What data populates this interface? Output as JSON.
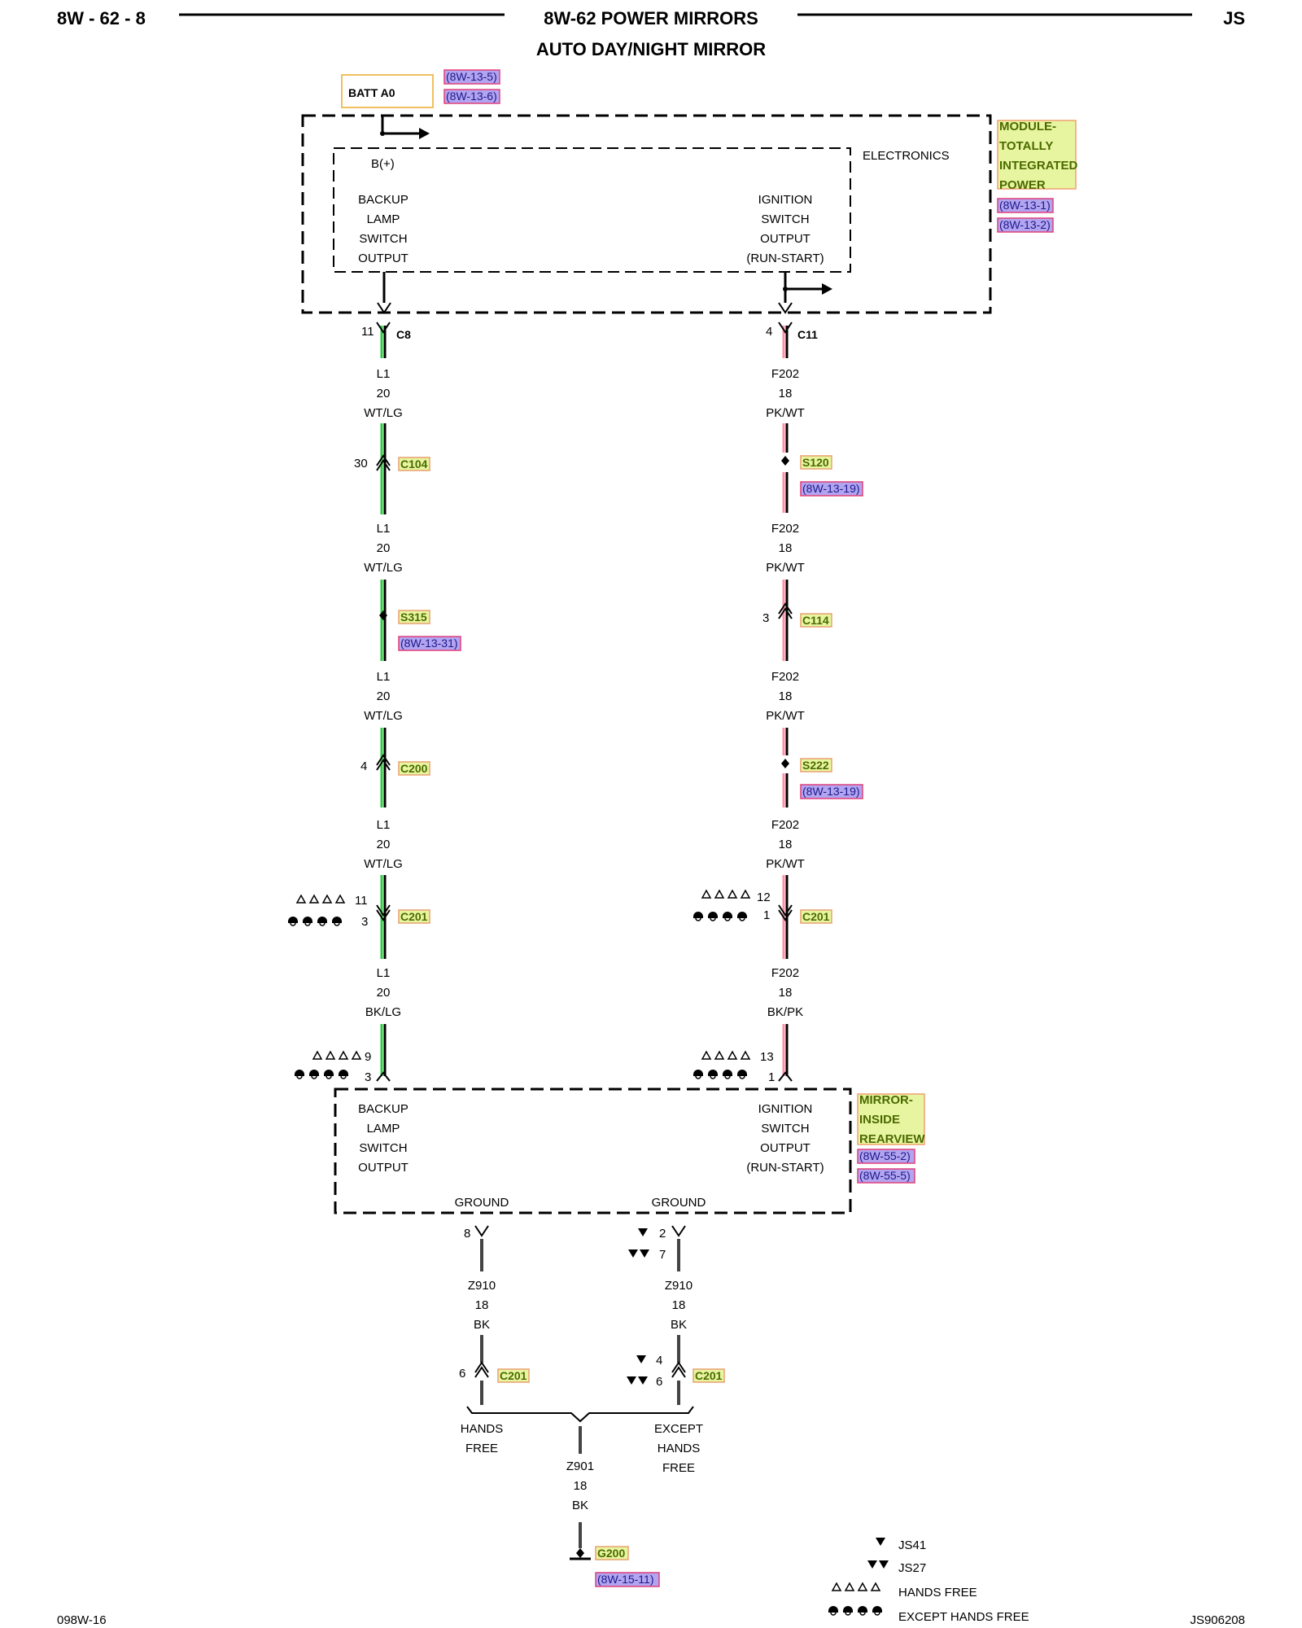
{
  "header": {
    "page_left": "8W - 62 - 8",
    "title": "8W-62 POWER MIRRORS",
    "page_right": "JS",
    "subtitle": "AUTO DAY/NIGHT MIRROR"
  },
  "footer": {
    "left": "098W-16",
    "right": "JS906208"
  },
  "batt": {
    "label": "BATT A0",
    "refs": [
      "(8W-13-5)",
      "(8W-13-6)"
    ]
  },
  "tipm": {
    "name_lines": [
      "MODULE-",
      "TOTALLY",
      "INTEGRATED",
      "POWER"
    ],
    "refs": [
      "(8W-13-1)",
      "(8W-13-2)"
    ],
    "electronics": "ELECTRONICS",
    "bplus": "B(+)",
    "left_output": [
      "BACKUP",
      "LAMP",
      "SWITCH",
      "OUTPUT"
    ],
    "right_output": [
      "IGNITION",
      "SWITCH",
      "OUTPUT",
      "(RUN-START)"
    ]
  },
  "left_circuit": {
    "top_pin": "11",
    "top_conn": "C8",
    "seg1": [
      "L1",
      "20",
      "WT/LG"
    ],
    "c104_pin": "30",
    "c104": "C104",
    "seg2": [
      "L1",
      "20",
      "WT/LG"
    ],
    "s315": "S315",
    "s315_ref": "(8W-13-31)",
    "seg3": [
      "L1",
      "20",
      "WT/LG"
    ],
    "c200_pin": "4",
    "c200": "C200",
    "seg4": [
      "L1",
      "20",
      "WT/LG"
    ],
    "c201_pin_hf": "11",
    "c201_pin_ehf": "3",
    "c201": "C201",
    "seg5": [
      "L1",
      "20",
      "BK/LG"
    ],
    "mirror_pin_hf": "9",
    "mirror_pin_ehf": "3"
  },
  "right_circuit": {
    "top_pin": "4",
    "top_conn": "C11",
    "seg1": [
      "F202",
      "18",
      "PK/WT"
    ],
    "s120": "S120",
    "s120_ref": "(8W-13-19)",
    "seg2": [
      "F202",
      "18",
      "PK/WT"
    ],
    "c114_pin": "3",
    "c114": "C114",
    "seg3": [
      "F202",
      "18",
      "PK/WT"
    ],
    "s222": "S222",
    "s222_ref": "(8W-13-19)",
    "seg4": [
      "F202",
      "18",
      "PK/WT"
    ],
    "c201_pin_hf": "12",
    "c201_pin_ehf": "1",
    "c201": "C201",
    "seg5": [
      "F202",
      "18",
      "BK/PK"
    ],
    "mirror_pin_hf": "13",
    "mirror_pin_ehf": "1"
  },
  "mirror": {
    "name_lines": [
      "MIRROR-",
      "INSIDE",
      "REARVIEW"
    ],
    "refs": [
      "(8W-55-2)",
      "(8W-55-5)"
    ],
    "left_input": [
      "BACKUP",
      "LAMP",
      "SWITCH",
      "OUTPUT"
    ],
    "right_input": [
      "IGNITION",
      "SWITCH",
      "OUTPUT",
      "(RUN-START)"
    ],
    "ground_left": "GROUND",
    "ground_right": "GROUND"
  },
  "ground_circuit": {
    "left_pin": "8",
    "right_pin_js41": "2",
    "right_pin_js27": "7",
    "left_seg": [
      "Z910",
      "18",
      "BK"
    ],
    "right_seg": [
      "Z910",
      "18",
      "BK"
    ],
    "left_c201_pin": "6",
    "left_c201": "C201",
    "right_c201_pin_js41": "4",
    "right_c201_pin_js27": "6",
    "right_c201": "C201",
    "left_label": [
      "HANDS",
      "FREE"
    ],
    "right_label": [
      "EXCEPT",
      "HANDS",
      "FREE"
    ],
    "bottom_seg": [
      "Z901",
      "18",
      "BK"
    ],
    "g200": "G200",
    "g200_ref": "(8W-15-11)"
  },
  "legend": [
    {
      "symbol": "js41",
      "label": "JS41"
    },
    {
      "symbol": "js27",
      "label": "JS27"
    },
    {
      "symbol": "hf",
      "label": "HANDS FREE"
    },
    {
      "symbol": "ehf",
      "label": "EXCEPT HANDS FREE"
    }
  ],
  "colors": {
    "green_wire": "#2ecc40",
    "pink_wire": "#ff8fa3",
    "ref_bg": "#b3a4f0",
    "conn_bg": "#e8f5a0"
  }
}
